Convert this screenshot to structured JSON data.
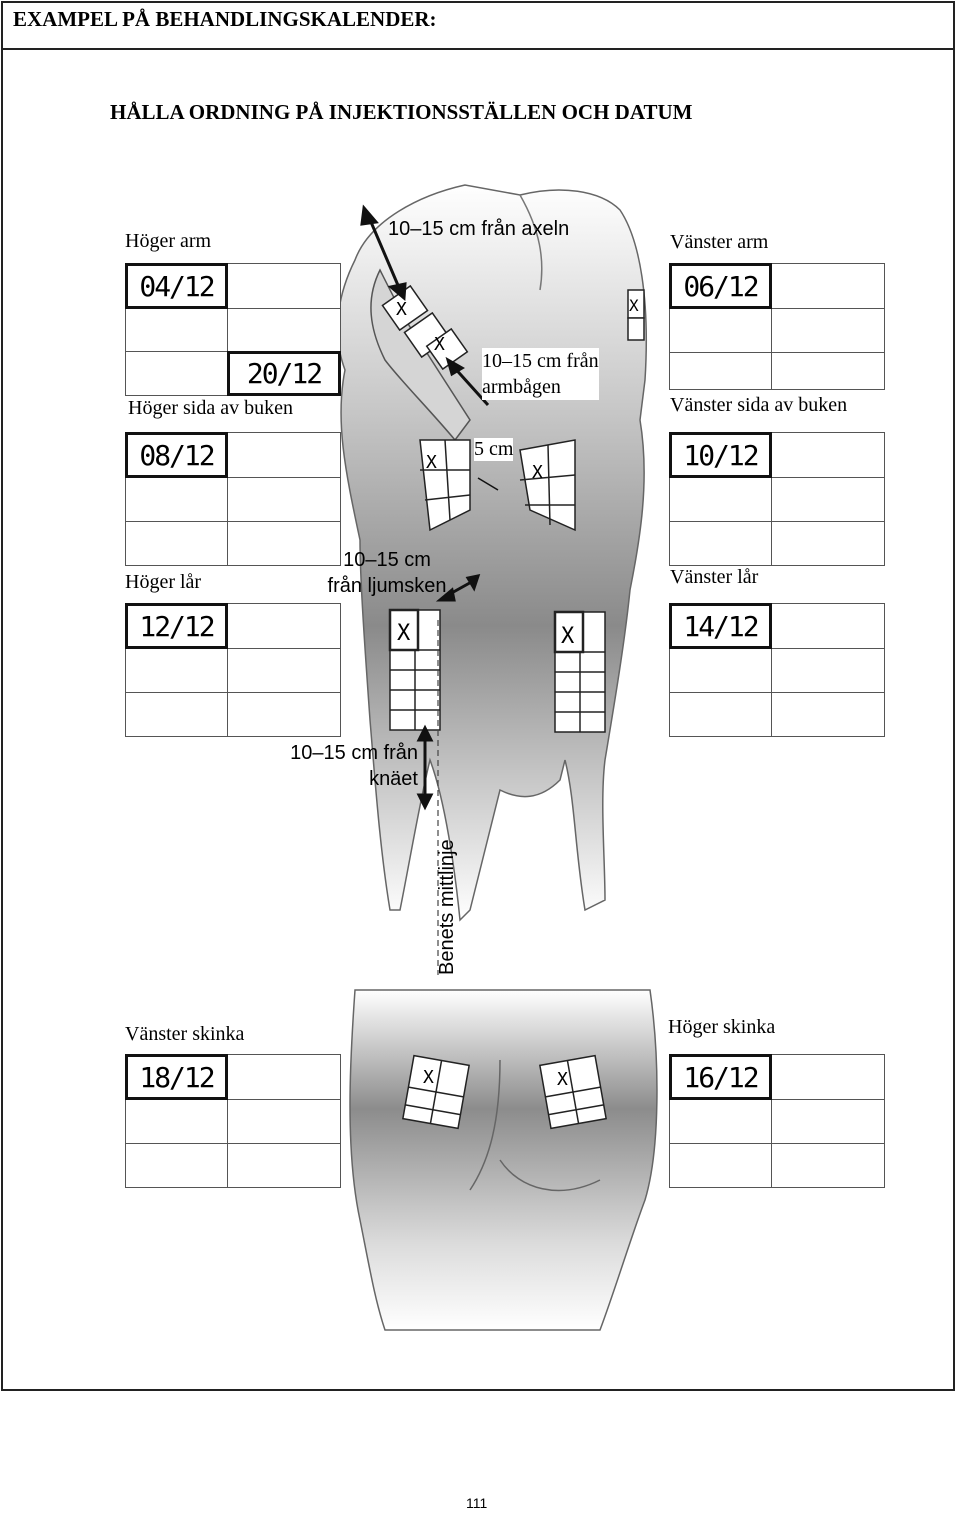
{
  "header": {
    "title": "EXAMPEL PÅ BEHANDLINGSKALENDER:"
  },
  "subtitle": "HÅLLA ORDNING PÅ INJEKTIONSSTÄLLEN OCH DATUM",
  "annotations": {
    "shoulder": "10–15 cm från axeln",
    "elbow_line1": "10–15 cm från",
    "elbow_line2": "armbågen",
    "navel": "5 cm",
    "groin_line1": "10–15 cm",
    "groin_line2": "från ljumsken",
    "knee_line1": "10–15 cm från",
    "knee_line2": "knäet",
    "midline": "Benets mittlinje"
  },
  "sites": {
    "right_arm": {
      "label": "Höger arm",
      "date": "04/12"
    },
    "left_arm": {
      "label": "Vänster arm",
      "date": "06/12"
    },
    "right_abdomen": {
      "label": "Höger sida av buken",
      "date": "08/12",
      "extra_date": "20/12"
    },
    "left_abdomen": {
      "label": "Vänster sida av buken",
      "date": "10/12"
    },
    "right_thigh": {
      "label": "Höger lår",
      "date": "12/12"
    },
    "left_thigh": {
      "label": "Vänster lår",
      "date": "14/12"
    },
    "left_buttock": {
      "label": "Vänster skinka",
      "date": "18/12"
    },
    "right_buttock": {
      "label": "Höger skinka",
      "date": "16/12"
    }
  },
  "footer": {
    "page_number": "111"
  }
}
